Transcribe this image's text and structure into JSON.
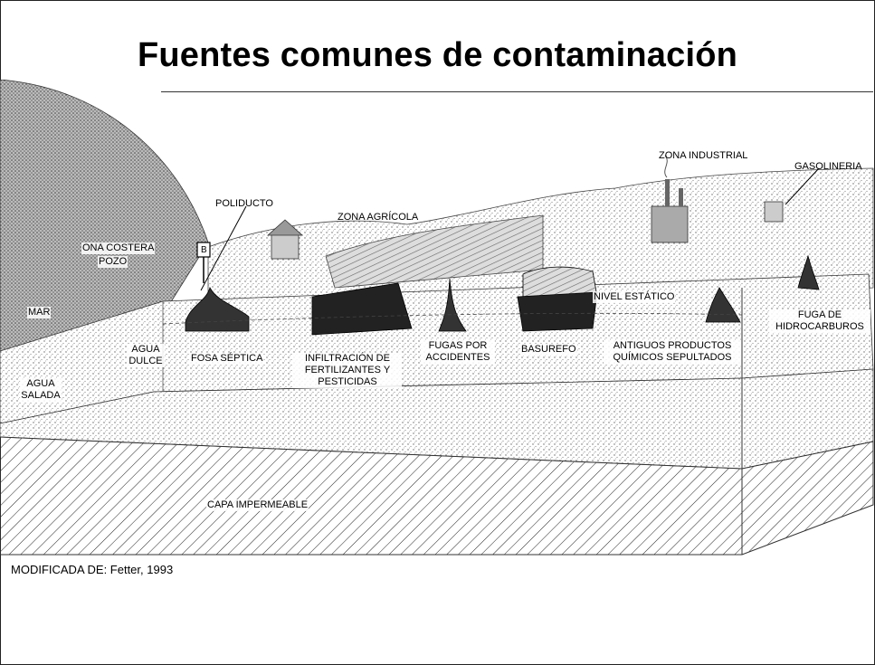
{
  "title": "Fuentes comunes de contaminación",
  "diagram": {
    "labels": {
      "zona_industrial": "ZONA INDUSTRIAL",
      "gasolineria": "GASOLINERIA",
      "poliducto": "POLIDUCTO",
      "zona_agricola": "ZONA AGRÍCOLA",
      "zona_costera": "ONA COSTERA",
      "pozo": "POZO",
      "mar": "MAR",
      "agua_dulce": "AGUA DULCE",
      "agua_salada": "AGUA SALADA",
      "fosa_septica": "FOSA SÉPTICA",
      "infiltracion": "INFILTRACIÓN DE FERTILIZANTES Y PESTICIDAS",
      "fugas_accidentes": "FUGAS POR ACCIDENTES",
      "basurero": "BASUREFO",
      "nivel_estatico": "NIVEL ESTÁTICO",
      "antiguos_productos": "ANTIGUOS PRODUCTOS QUÍMICOS SEPULTADOS",
      "fuga_hidrocarburos": "FUGA DE HIDROCARBUROS",
      "capa_impermeable": "CAPA IMPERMEABLE",
      "sign_letter": "B"
    }
  },
  "caption": "MODIFICADA DE: Fetter, 1993"
}
